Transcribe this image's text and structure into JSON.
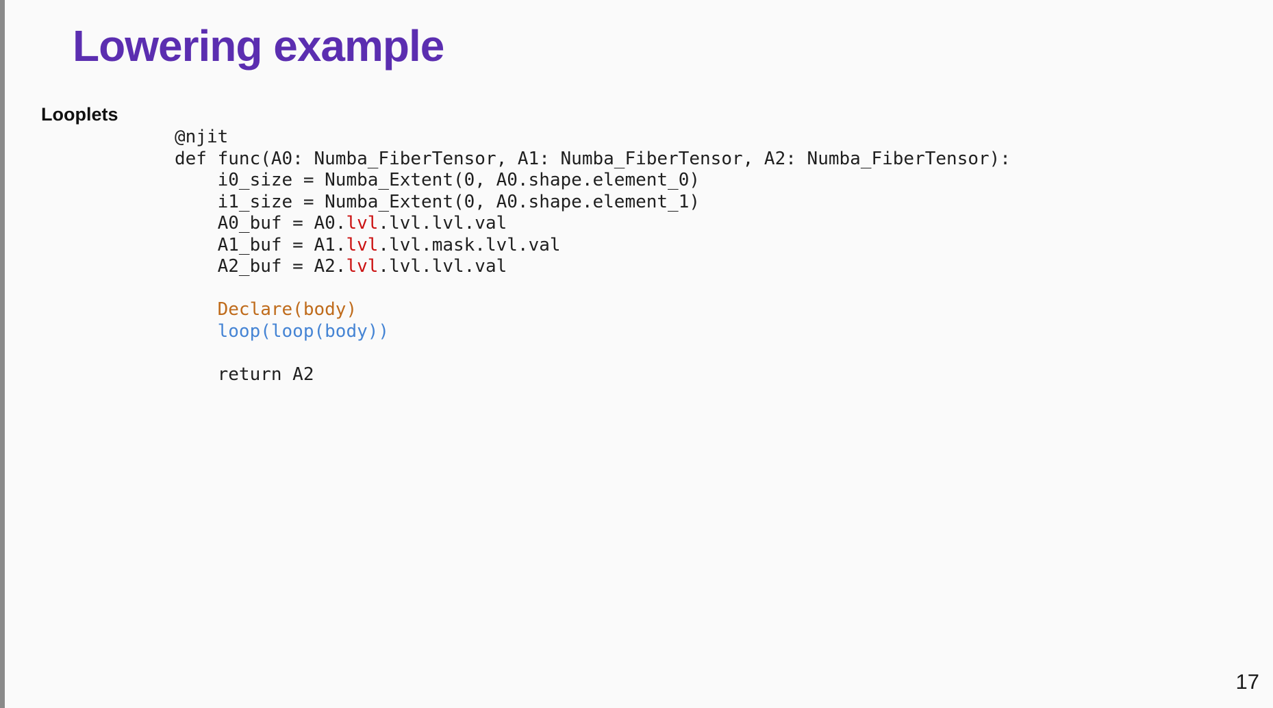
{
  "slide": {
    "title": "Lowering example",
    "section_label": "Looplets",
    "page_number": "17"
  },
  "code_block": {
    "lines": [
      [
        {
          "style": "plain",
          "text": "@njit"
        }
      ],
      [
        {
          "style": "plain",
          "text": "def func(A0: Numba_FiberTensor, A1: Numba_FiberTensor, A2: Numba_FiberTensor):"
        }
      ],
      [
        {
          "style": "plain",
          "text": "    i0_size = Numba_Extent(0, A0.shape.element_0)"
        }
      ],
      [
        {
          "style": "plain",
          "text": "    i1_size = Numba_Extent(0, A0.shape.element_1)"
        }
      ],
      [
        {
          "style": "plain",
          "text": "    A0_buf = A0."
        },
        {
          "style": "red",
          "text": "lvl"
        },
        {
          "style": "plain",
          "text": ".lvl.lvl.val"
        }
      ],
      [
        {
          "style": "plain",
          "text": "    A1_buf = A1."
        },
        {
          "style": "red",
          "text": "lvl"
        },
        {
          "style": "plain",
          "text": ".lvl.mask.lvl.val"
        }
      ],
      [
        {
          "style": "plain",
          "text": "    A2_buf = A2."
        },
        {
          "style": "red",
          "text": "lvl"
        },
        {
          "style": "plain",
          "text": ".lvl.lvl.val"
        }
      ],
      [],
      [
        {
          "style": "orange",
          "text": "    Declare(body)"
        }
      ],
      [
        {
          "style": "blue",
          "text": "    loop(loop(body))"
        }
      ],
      [],
      [
        {
          "style": "plain",
          "text": "    return A2"
        }
      ]
    ]
  },
  "colors": {
    "background": "#FAFAFA",
    "left_bar": "#8A8A8A",
    "title": "#5B2EB0",
    "code_text": "#1F1F1F",
    "code_red": "#CB1212",
    "code_orange": "#BF6B1B",
    "code_blue": "#4584D4",
    "page_number": "#1A1A1A"
  }
}
